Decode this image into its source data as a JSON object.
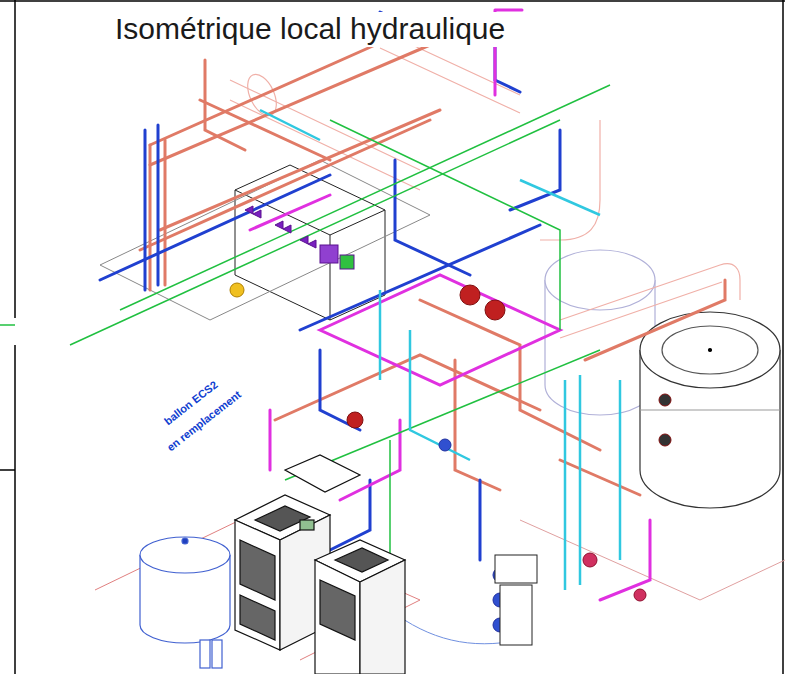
{
  "diagram": {
    "title": "Isométrique local hydraulique",
    "labels": [
      "ballon ECS2",
      "en remplacement"
    ]
  }
}
